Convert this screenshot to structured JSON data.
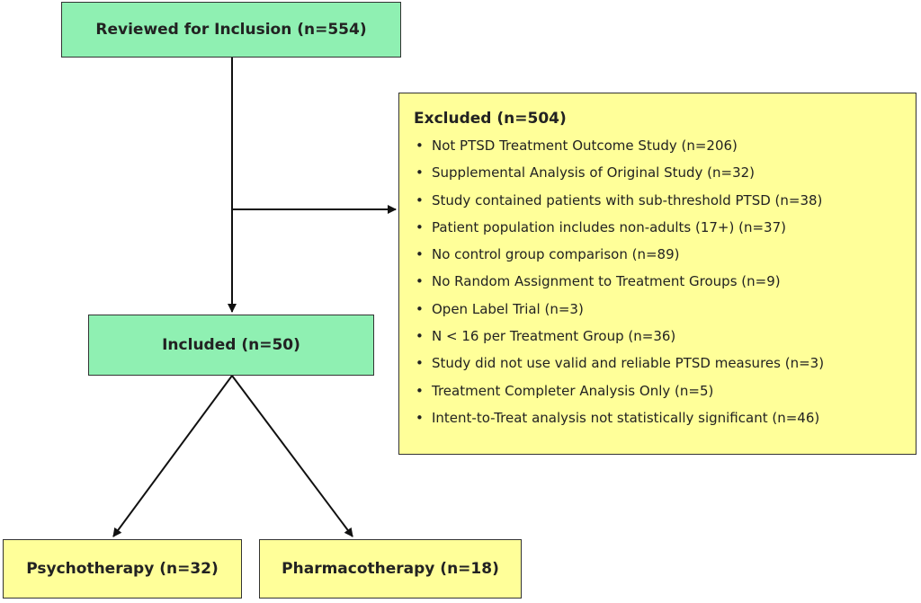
{
  "nodes": {
    "reviewed": "Reviewed for Inclusion (n=554)",
    "included": "Included (n=50)",
    "psychotherapy": "Psychotherapy (n=32)",
    "pharmacotherapy": "Pharmacotherapy (n=18)"
  },
  "excluded": {
    "title": "Excluded (n=504)",
    "items": [
      "Not PTSD Treatment Outcome Study (n=206)",
      "Supplemental Analysis of Original Study (n=32)",
      "Study contained patients with sub-threshold PTSD (n=38)",
      "Patient population includes non-adults (17+) (n=37)",
      "No control group comparison (n=89)",
      "No Random Assignment to Treatment Groups (n=9)",
      "Open Label Trial (n=3)",
      "N < 16 per Treatment Group (n=36)",
      "Study did not use valid and reliable PTSD measures (n=3)",
      "Treatment Completer Analysis Only (n=5)",
      "Intent-to-Treat analysis not statistically significant (n=46)"
    ]
  },
  "colors": {
    "green_box": "#8ff0b2",
    "yellow_box": "#ffff99",
    "line": "#111111"
  }
}
